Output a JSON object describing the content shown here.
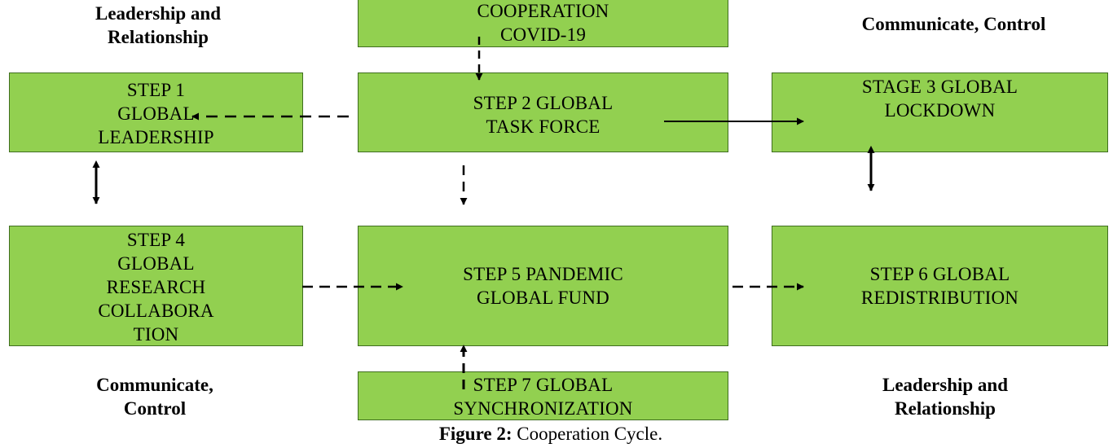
{
  "diagram": {
    "box_color": "#92d050",
    "corner_labels": {
      "top_left": [
        "Leadership and",
        "Relationship"
      ],
      "top_right": [
        "Communicate, Control"
      ],
      "bottom_left": [
        "Communicate,",
        "Control"
      ],
      "bottom_right": [
        "Leadership and",
        "Relationship"
      ]
    },
    "boxes": {
      "cooperation": [
        "COOPERATION",
        "COVID-19"
      ],
      "step1": [
        "STEP 1",
        "GLOBAL",
        "LEADERSHIP"
      ],
      "step2": [
        "STEP 2 GLOBAL",
        "TASK FORCE"
      ],
      "stage3": [
        "STAGE 3 GLOBAL",
        "LOCKDOWN"
      ],
      "step4": [
        "STEP 4",
        "GLOBAL",
        "RESEARCH",
        "COLLABORA",
        "TION"
      ],
      "step5": [
        "STEP 5 PANDEMIC",
        "GLOBAL FUND"
      ],
      "step6": [
        "STEP 6 GLOBAL",
        "REDISTRIBUTION"
      ],
      "step7": [
        "STEP 7 GLOBAL",
        "SYNCHRONIZATION"
      ]
    },
    "caption": {
      "label": "Figure 2:",
      "text": "Cooperation Cycle."
    }
  }
}
